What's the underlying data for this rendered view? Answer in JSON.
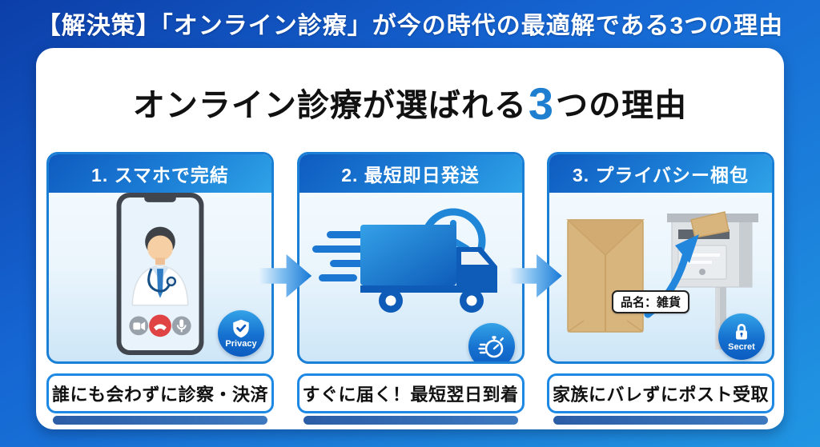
{
  "header": {
    "title": "【解決策】「オンライン診療」が今の時代の最適解である3つの理由"
  },
  "card": {
    "title_pre": "オンライン診療が選ばれる",
    "title_number": "3",
    "title_post": "つの理由"
  },
  "panels": [
    {
      "header": "1. スマホで完結",
      "caption": "誰にも会わずに診察・決済",
      "badge_label": "Privacy",
      "illustration": "doctor-video-call-on-smartphone",
      "badge_icon": "shield-check-icon"
    },
    {
      "header": "2. 最短即日発送",
      "caption": "すぐに届く！最短翌日到着",
      "illustration": "speeding-delivery-truck-with-clock",
      "badge_icon": "stopwatch-icon"
    },
    {
      "header": "3. プライバシー梱包",
      "caption": "家族にバレずにポスト受取",
      "badge_label": "Secret",
      "package_label": "品名：雑貨",
      "illustration": "plain-envelope-and-mailbox",
      "badge_icon": "lock-icon"
    }
  ],
  "colors": {
    "background_top": "#0c3ea8",
    "background_bottom": "#2196e2",
    "accent_blue": "#1e88e5",
    "panel_border": "#1c7fd6",
    "title_highlight_number": "#1e7fd0",
    "caption_shadow": "#2e5fa3",
    "envelope_kraft": "#d9b57e",
    "hangup_red": "#e04343"
  }
}
